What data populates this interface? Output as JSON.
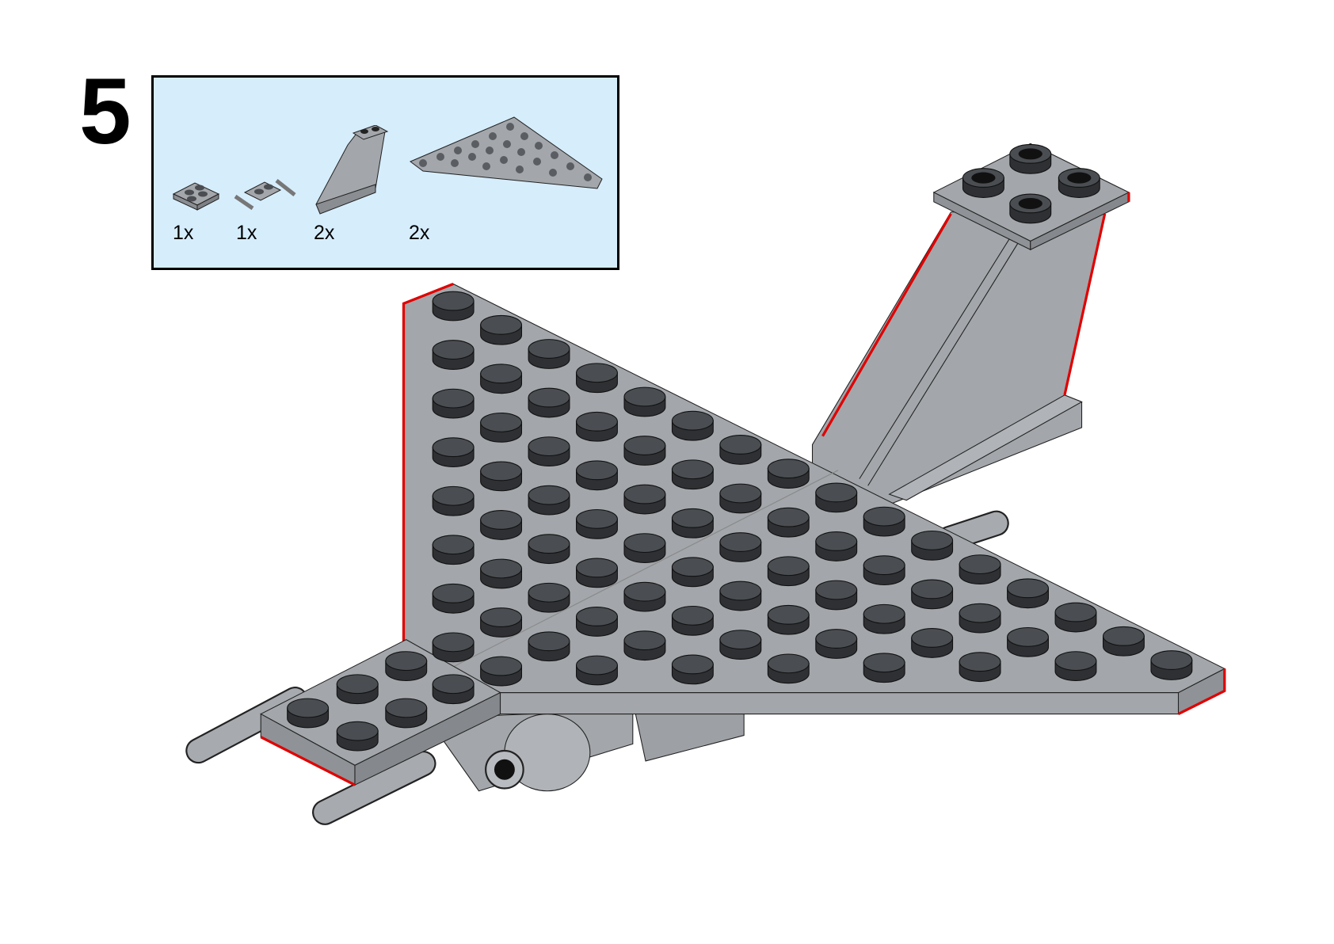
{
  "step": {
    "number": "5"
  },
  "parts_list": [
    {
      "name": "plate-2x2",
      "qty": "1x"
    },
    {
      "name": "plate-with-handles",
      "qty": "1x"
    },
    {
      "name": "tail-fin",
      "qty": "2x"
    },
    {
      "name": "wedge-plate-wing",
      "qty": "2x"
    }
  ],
  "colors": {
    "part_gray": "#a3a6aa",
    "stud_dark": "#4a4d51",
    "highlight": "#e00000",
    "box_bg": "#d6edfc"
  }
}
